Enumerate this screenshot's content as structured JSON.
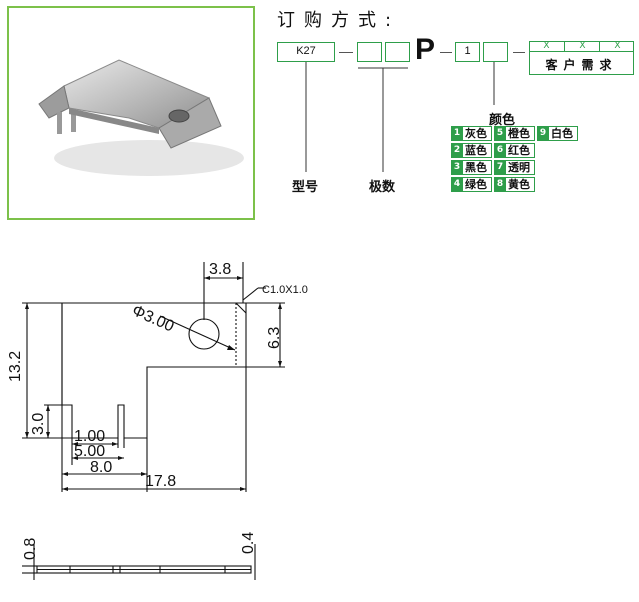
{
  "order": {
    "title": "订购方式:",
    "model_code": "K27",
    "letter": "P",
    "color_digit": "1",
    "x_marks": [
      "X",
      "X",
      "X"
    ],
    "customer_label": "客户需求",
    "model_label": "型号",
    "poles_label": "极数",
    "color_title": "颜色"
  },
  "colors": [
    {
      "no": "1",
      "name": "灰色"
    },
    {
      "no": "2",
      "name": "蓝色"
    },
    {
      "no": "3",
      "name": "黑色"
    },
    {
      "no": "4",
      "name": "绿色"
    },
    {
      "no": "5",
      "name": "橙色"
    },
    {
      "no": "6",
      "name": "红色"
    },
    {
      "no": "7",
      "name": "透明"
    },
    {
      "no": "8",
      "name": "黄色"
    },
    {
      "no": "9",
      "name": "白色"
    }
  ],
  "drawing": {
    "dim_3_8": "3.8",
    "chamfer": "C1.0X1.0",
    "hole": "Φ3.00",
    "dim_6_3": "6.3",
    "dim_13_2": "13.2",
    "dim_3_0": "3.0",
    "dim_1_00": "1.00",
    "dim_5_00": "5.00",
    "dim_8_0": "8.0",
    "dim_17_8": "17.8",
    "dim_0_8": "0.8",
    "dim_0_4": "0.4"
  }
}
